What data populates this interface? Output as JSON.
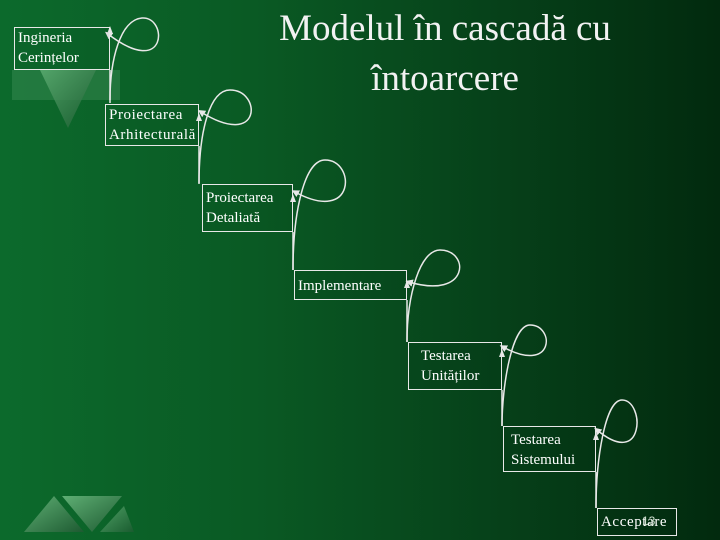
{
  "title": {
    "line1": "Modelul în cascadă cu",
    "line2": "întoarcere"
  },
  "stages": [
    {
      "line1": "Ingineria",
      "line2": "Cerințelor"
    },
    {
      "line1": "Proiectarea",
      "line2": "Arhitecturală"
    },
    {
      "line1": "Proiectarea",
      "line2": "Detaliată"
    },
    {
      "line1": "Implementare"
    },
    {
      "line1": "Testarea",
      "line2": "Unităților"
    },
    {
      "line1": "Testarea",
      "line2": "Sistemului"
    },
    {
      "line1": "Acceptare"
    }
  ],
  "page_number": "13",
  "colors": {
    "background": "#0a5a24",
    "text": "#ffffff",
    "arrows": "#e8e8e8"
  },
  "icons": [
    "green-triangle-ornament"
  ]
}
